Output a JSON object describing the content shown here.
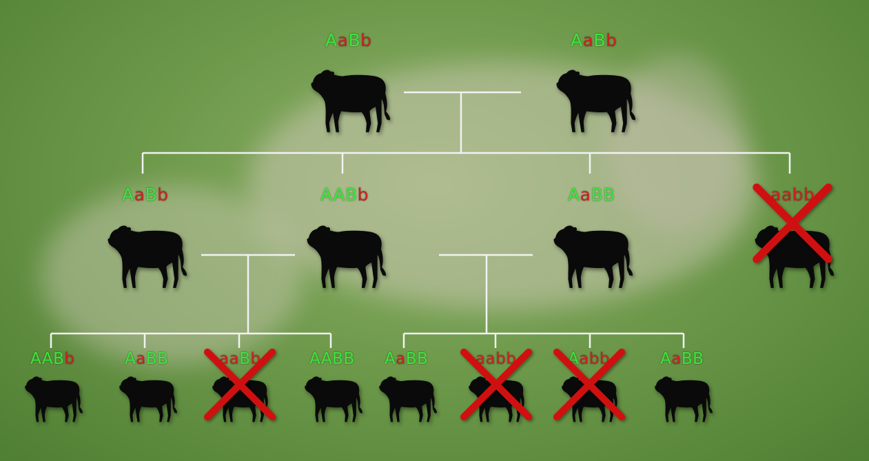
{
  "colors": {
    "dominant_allele": "#39e83a",
    "recessive_allele": "#cc1f1f",
    "cross_mark": "#d01010",
    "connector_line": "#f2f2f2"
  },
  "icons": {
    "animal": "cow-icon",
    "eliminated": "cross-mark-icon"
  },
  "generations": [
    {
      "name": "parents",
      "individuals": [
        {
          "genotype": "AaBb",
          "eliminated": false
        },
        {
          "genotype": "AaBb",
          "eliminated": false
        }
      ]
    },
    {
      "name": "first-generation",
      "individuals": [
        {
          "genotype": "AaBb",
          "eliminated": false
        },
        {
          "genotype": "AABb",
          "eliminated": false
        },
        {
          "genotype": "AaBB",
          "eliminated": false
        },
        {
          "genotype": "aabb",
          "eliminated": true
        }
      ]
    },
    {
      "name": "second-generation",
      "individuals": [
        {
          "genotype": "AABb",
          "eliminated": false
        },
        {
          "genotype": "AaBB",
          "eliminated": false
        },
        {
          "genotype": "aaBb",
          "eliminated": true
        },
        {
          "genotype": "AABB",
          "eliminated": false
        },
        {
          "genotype": "AaBB",
          "eliminated": false
        },
        {
          "genotype": "aabb",
          "eliminated": true
        },
        {
          "genotype": "Aabb",
          "eliminated": true
        },
        {
          "genotype": "AaBB",
          "eliminated": false
        }
      ]
    }
  ]
}
